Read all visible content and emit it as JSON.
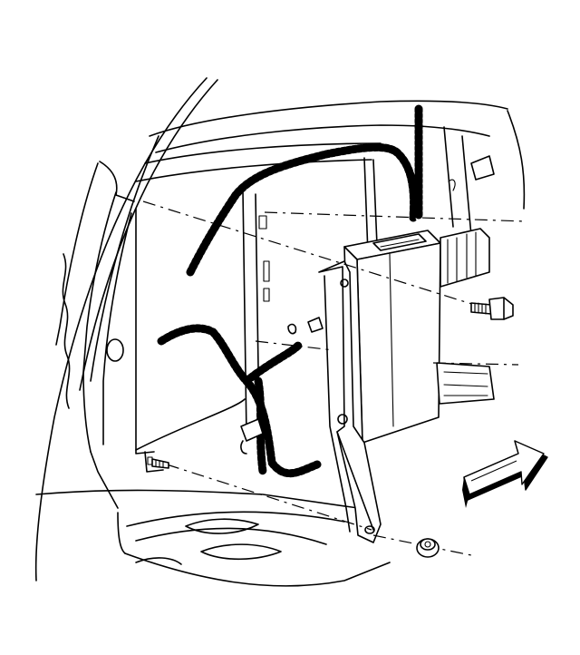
{
  "figure": {
    "type": "exploded-assembly-illustration",
    "components": [
      {
        "id": "electronic-module",
        "icon": "module-box"
      },
      {
        "id": "mounting-bracket",
        "icon": "bracket"
      },
      {
        "id": "wiring-harness",
        "icon": "wire-loom"
      },
      {
        "id": "mounting-bolt",
        "icon": "bolt-icon"
      },
      {
        "id": "mounting-nut",
        "icon": "nut-icon"
      },
      {
        "id": "mounting-stud",
        "icon": "stud-icon"
      },
      {
        "id": "front-direction-arrow",
        "icon": "arrow-right-icon"
      }
    ],
    "colors": {
      "line": "#000000",
      "background": "#ffffff"
    }
  }
}
